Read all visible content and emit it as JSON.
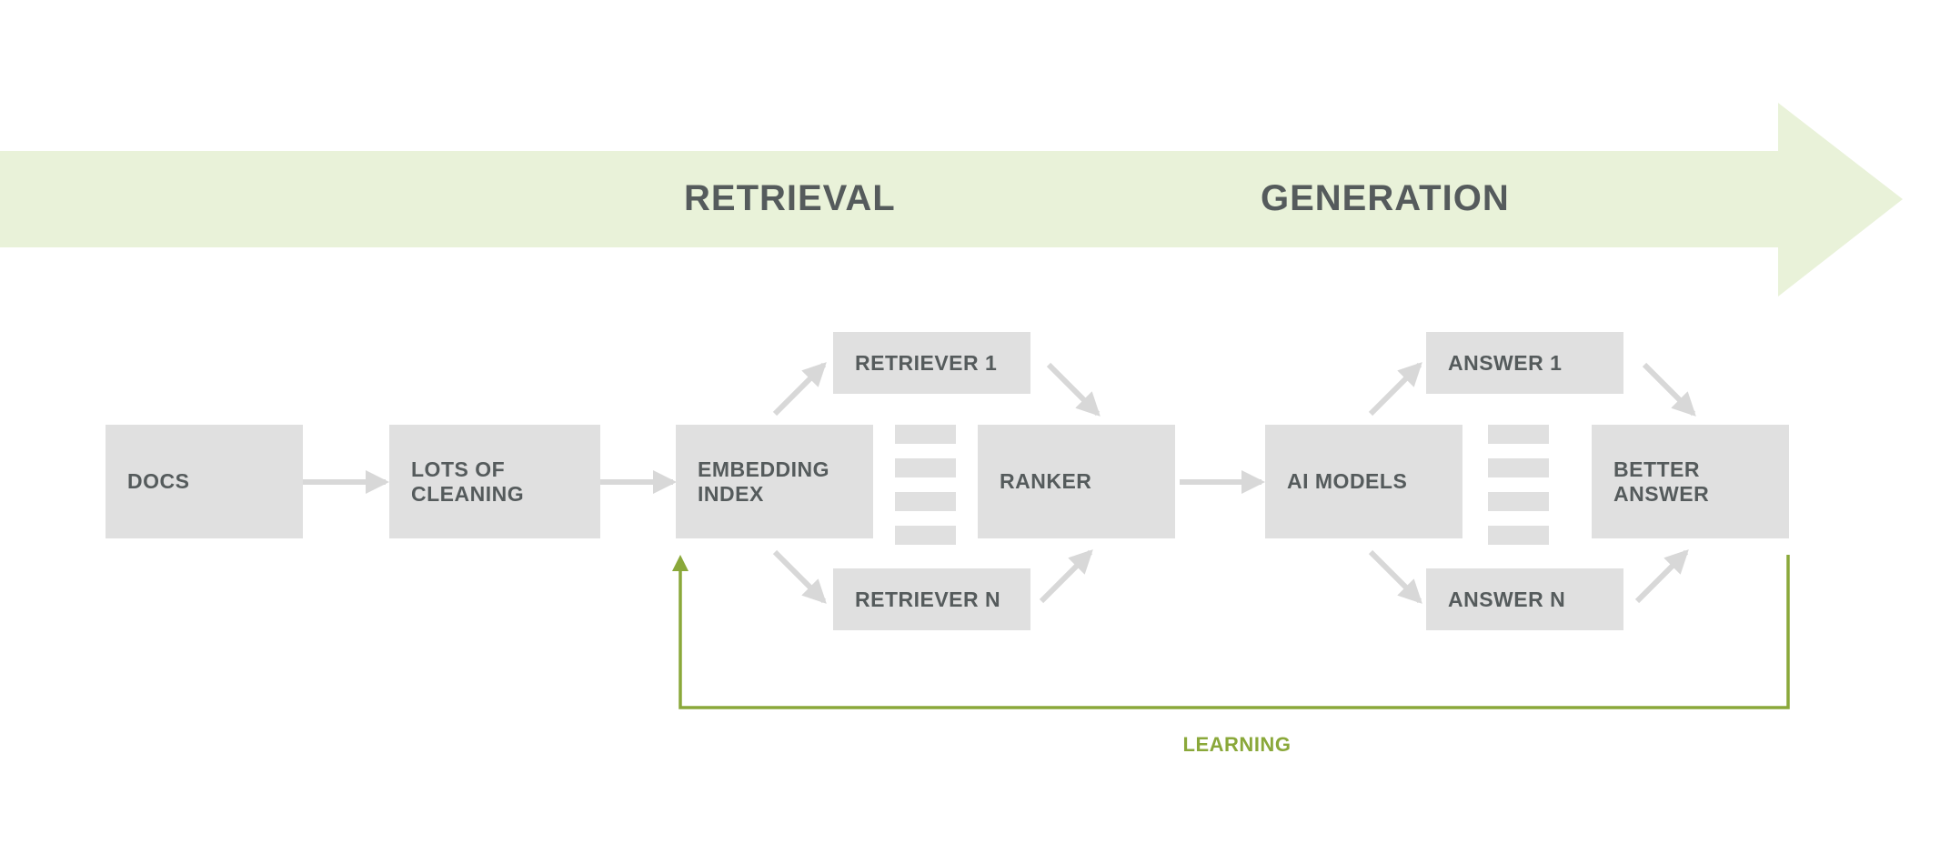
{
  "stages": {
    "retrieval": "RETRIEVAL",
    "generation": "GENERATION"
  },
  "boxes": {
    "docs": "DOCS",
    "cleaning": "LOTS OF\nCLEANING",
    "embedding_index": "EMBEDDING\nINDEX",
    "retriever_1": "RETRIEVER 1",
    "retriever_n": "RETRIEVER N",
    "ranker": "RANKER",
    "ai_models": "AI MODELS",
    "answer_1": "ANSWER 1",
    "answer_n": "ANSWER N",
    "better_answer": "BETTER\nANSWER"
  },
  "feedback": {
    "label": "LEARNING"
  },
  "colors": {
    "banner": "#e9f2d9",
    "box": "#e0e0e0",
    "text": "#555b5c",
    "arrow": "#d8d8d8",
    "learning": "#8aa83a"
  }
}
